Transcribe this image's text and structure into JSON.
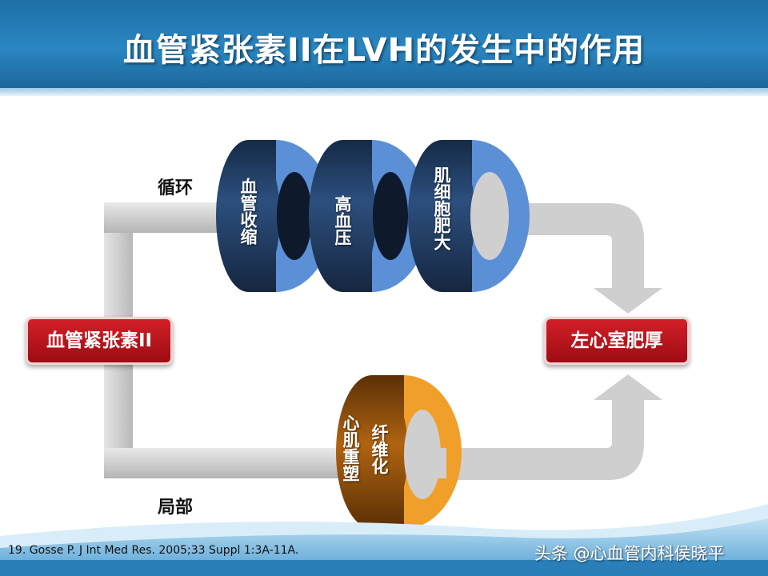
{
  "title": "血管紧张素II在LVH的发生中的作用",
  "labels": {
    "circulation": "循环",
    "local": "局部"
  },
  "nodes": {
    "source": "血管紧张素II",
    "target": "左心室肥厚"
  },
  "rings": {
    "ring1": "血管收缩",
    "ring2": "高血压",
    "ring3": "肌细胞肥大",
    "ring4_a": "心肌重塑",
    "ring4_b": "纤维化"
  },
  "footer": {
    "citation": "19. Gosse P. J Int Med Res. 2005;33 Suppl 1:3A-11A.",
    "watermark": "头条 @心血管内科侯晓平"
  },
  "colors": {
    "header": "#2a86c2",
    "box_red": "#c0151d",
    "ring_blue": "#4a86d8",
    "ring_orange": "#e8921c",
    "arrow_gray": "#cfcfcf"
  }
}
